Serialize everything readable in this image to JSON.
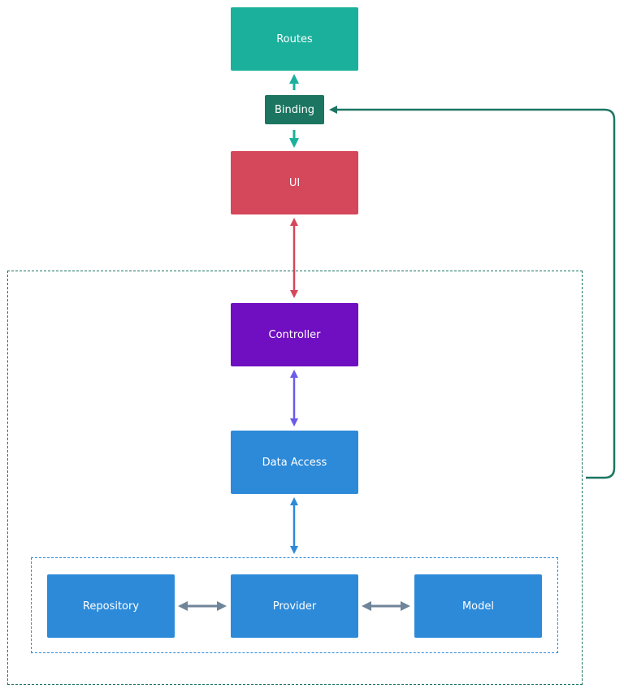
{
  "nodes": {
    "routes": {
      "label": "Routes",
      "color": "#1ab09c"
    },
    "binding": {
      "label": "Binding",
      "color": "#1c7561"
    },
    "ui": {
      "label": "UI",
      "color": "#d5475a"
    },
    "controller": {
      "label": "Controller",
      "color": "#700fc1"
    },
    "data_access": {
      "label": "Data Access",
      "color": "#2d8ad9"
    },
    "repository": {
      "label": "Repository",
      "color": "#2d8ad9"
    },
    "provider": {
      "label": "Provider",
      "color": "#2d8ad9"
    },
    "model": {
      "label": "Model",
      "color": "#2d8ad9"
    }
  },
  "connectors": {
    "binding_routes": {
      "color": "#1ab09c"
    },
    "binding_ui": {
      "color": "#1ab09c"
    },
    "ui_controller": {
      "color": "#d5475a"
    },
    "controller_data_access": {
      "color": "#6a5be8"
    },
    "data_access_layer": {
      "color": "#2d8ad9"
    },
    "repository_provider": {
      "color": "#6f8599"
    },
    "provider_model": {
      "color": "#6f8599"
    },
    "feedback_loop": {
      "color": "#1c7561"
    }
  },
  "groups": {
    "outer": {
      "color": "#1c7561"
    },
    "inner": {
      "color": "#2d8ad9"
    }
  }
}
